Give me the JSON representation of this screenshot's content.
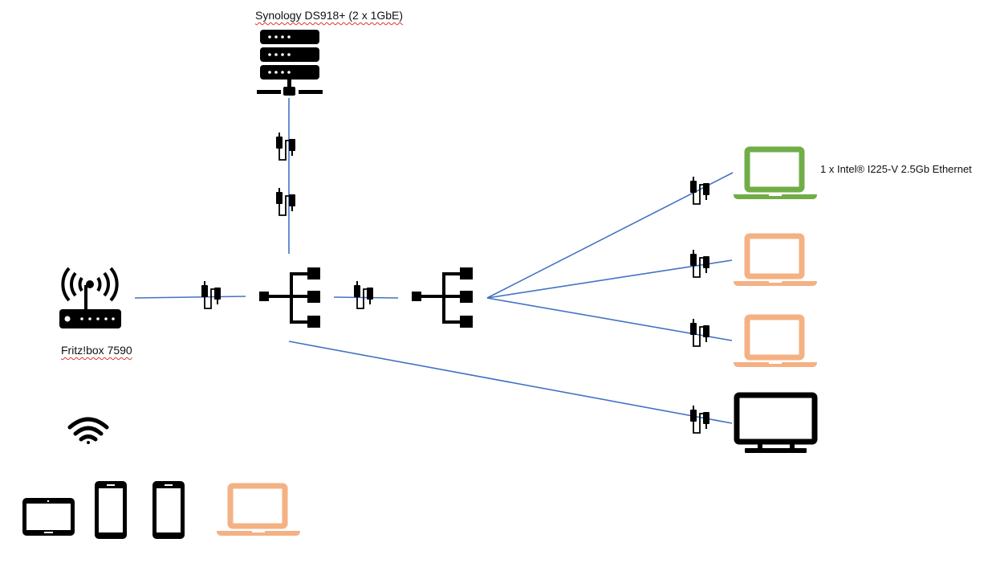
{
  "labels": {
    "nas": "Synology DS918+ (2 x 1GbE)",
    "router": "Fritz!box 7590",
    "nic": "1 x Intel® I225-V 2.5Gb Ethernet"
  },
  "colors": {
    "line": "#4472c4",
    "icon": "#000000",
    "laptop_highlight": "#70ad47",
    "laptop_default": "#f4b183"
  },
  "icons": {
    "nas": "server-icon",
    "router": "wifi-router-icon",
    "switch": "network-switch-icon",
    "cable": "ethernet-cable-icon",
    "laptop": "laptop-icon",
    "monitor": "monitor-icon",
    "wifi": "wifi-icon",
    "tablet": "tablet-icon",
    "phone": "smartphone-icon"
  }
}
